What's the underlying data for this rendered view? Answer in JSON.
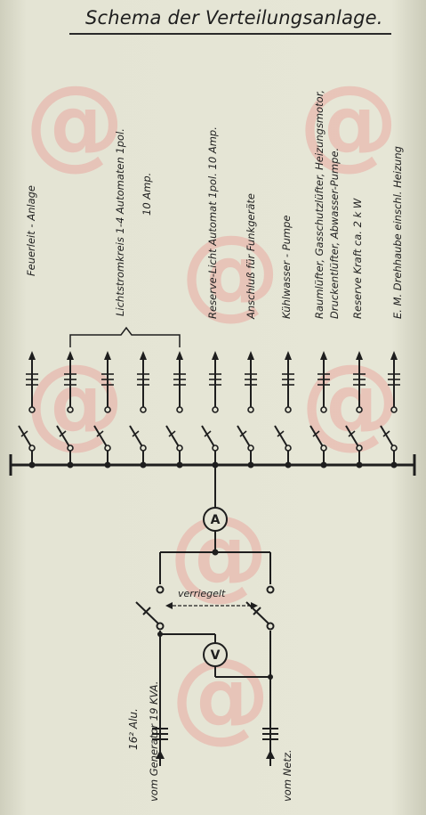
{
  "title": "Schema der Verteilungsanlage.",
  "watermark": "@",
  "circuit_labels": [
    "Feuerleit - Anlage",
    "Lichtstromkreis 1-4  Automaten 1pol.",
    "10 Amp.",
    "Reserve-Licht  Automat 1pol. 10 Amp.",
    "Anschluß für Funkgeräte",
    "Kühlwasser - Pumpe",
    "Raumlüfter, Gasschutzlüfter, Heizungsmotor,",
    "Druckentlüfter, Abwasser-Pumpe.",
    "Reserve  Kraft  ca. 2 k W",
    "E. M. Drehhaube  einschl. Heizung"
  ],
  "ammeter_symbol": "A",
  "voltmeter_symbol": "V",
  "interlock_label": "verriegelt",
  "cable_label": "16² Alu.",
  "generator_label": "vom Generator 19 KVA.",
  "mains_label": "vom Netz.",
  "colors": {
    "paper": "#e4e4d4",
    "ink": "#1e1e1e",
    "watermark": "#ec6e6e"
  }
}
